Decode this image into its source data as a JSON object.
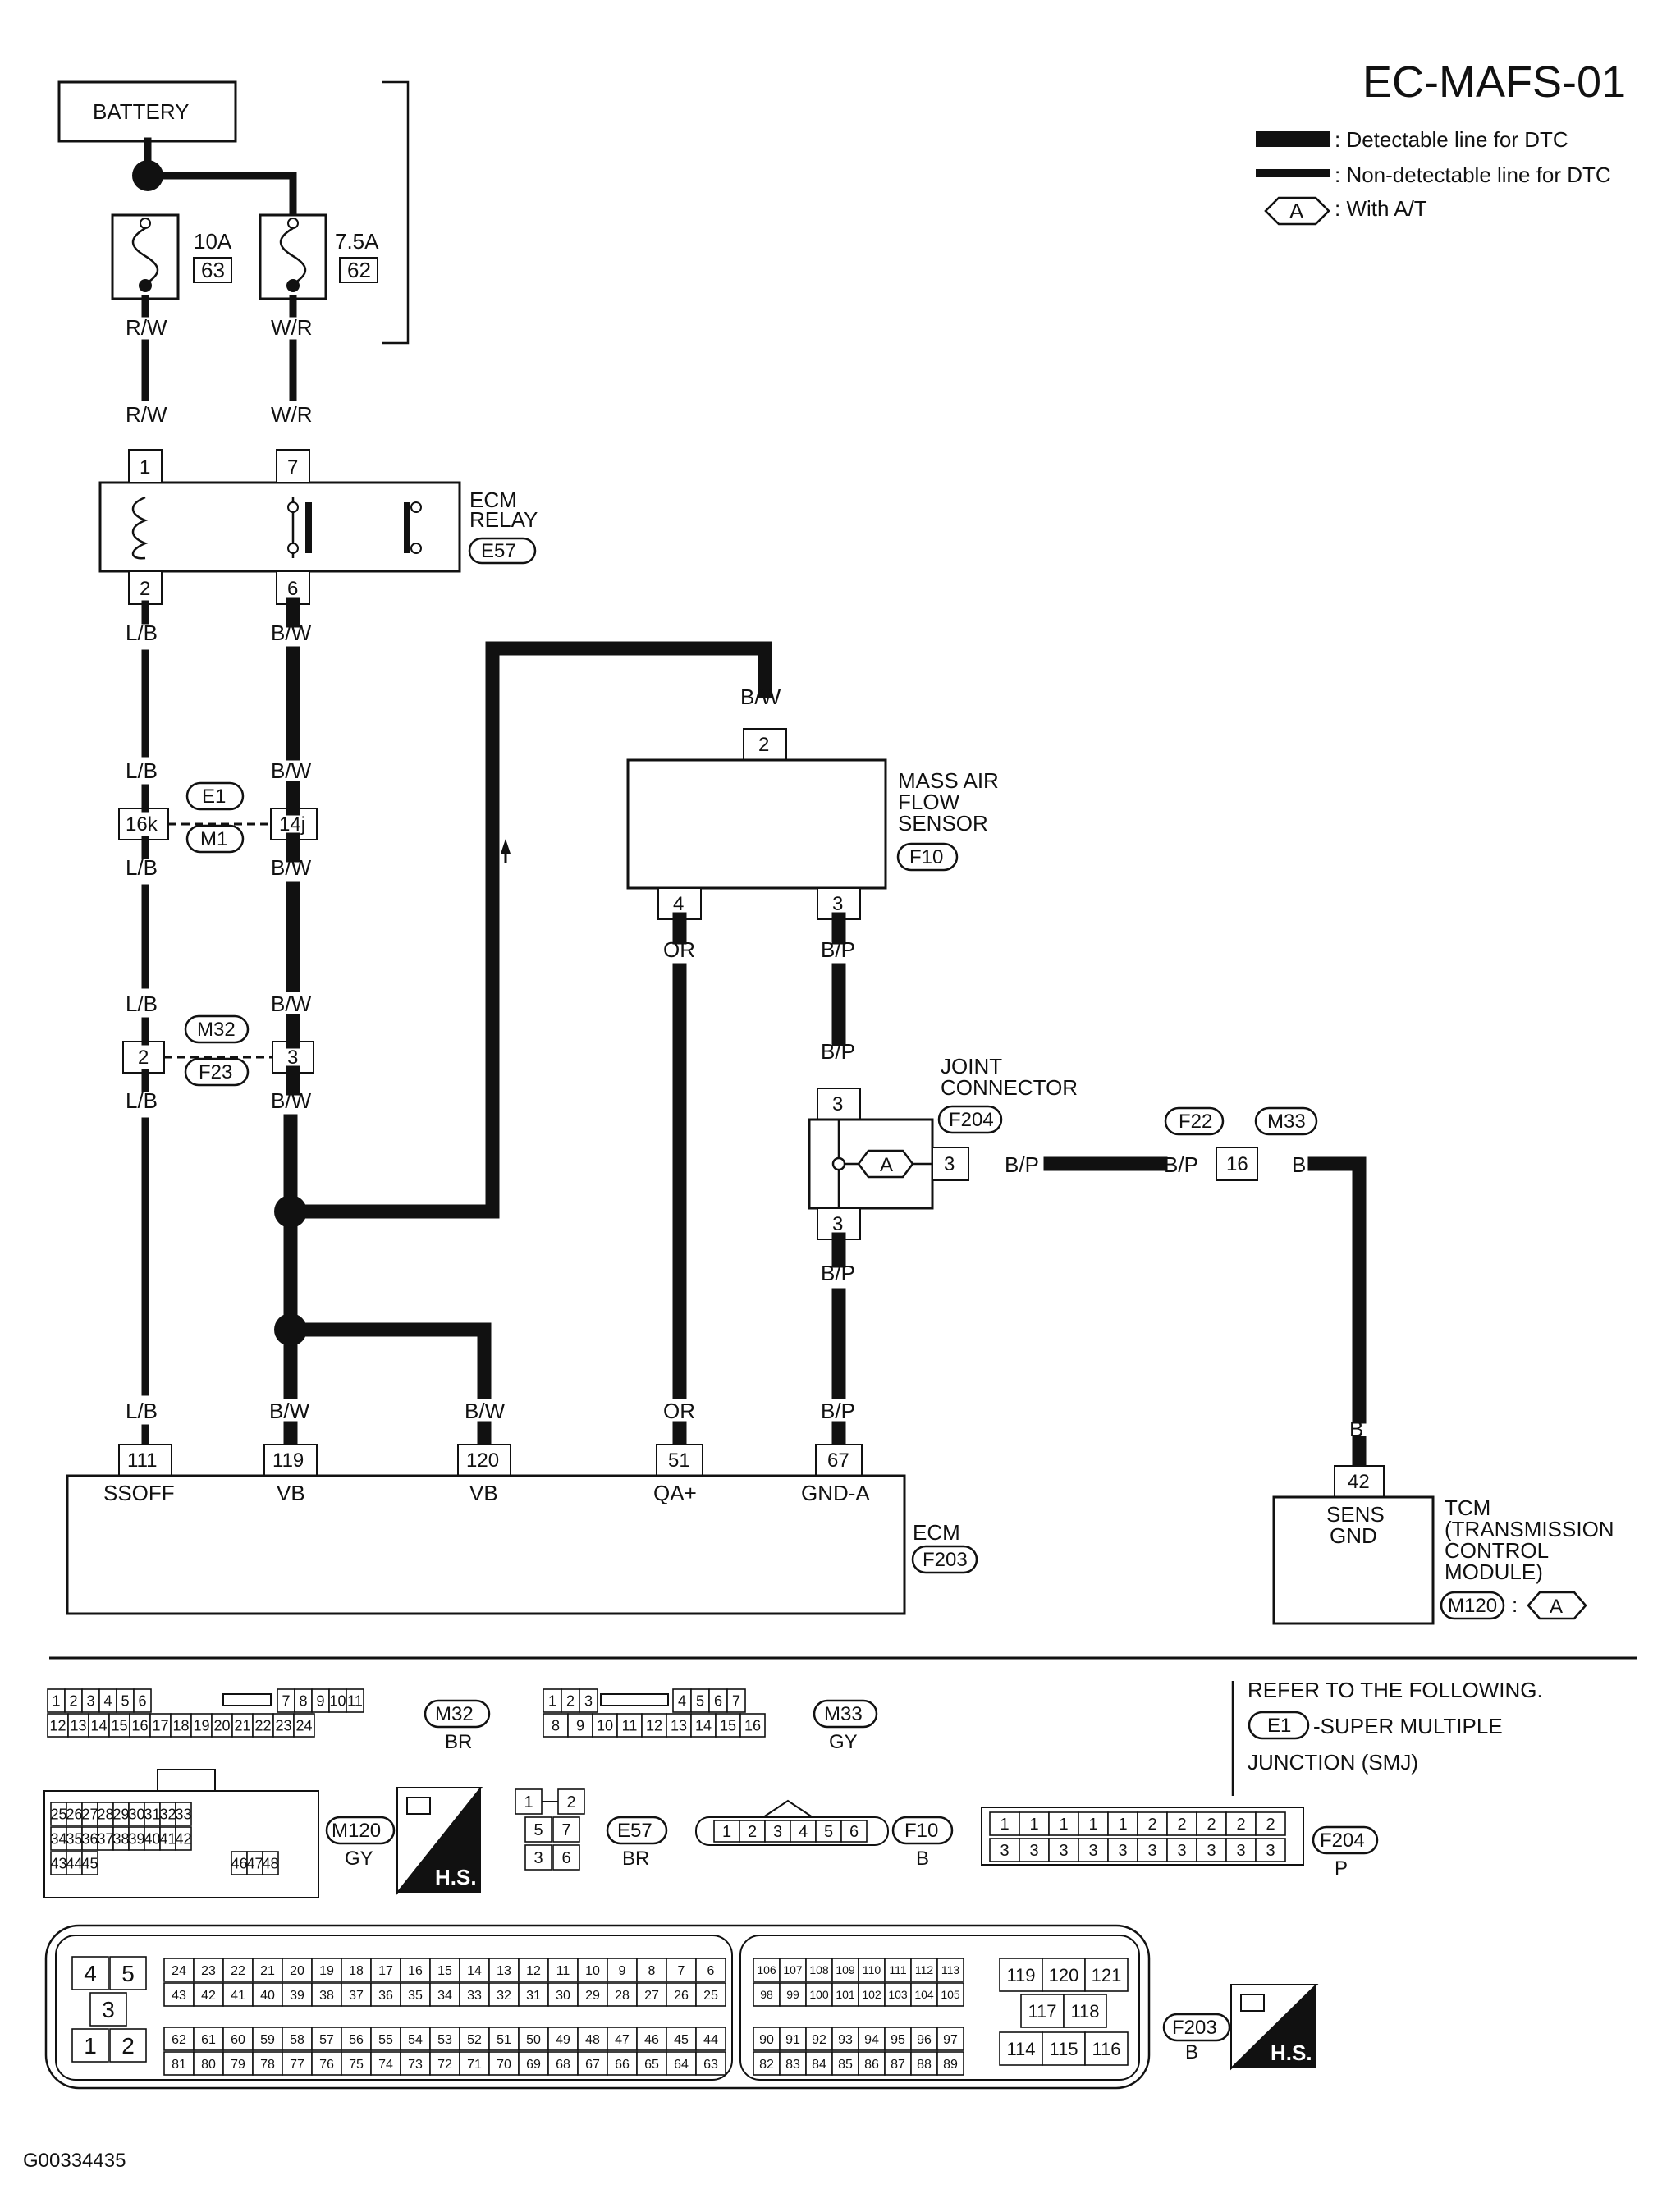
{
  "title": "EC-MAFS-01",
  "legend": {
    "detectable": ": Detectable line for DTC",
    "non_detectable": ": Non-detectable line for DTC",
    "option_code": "A",
    "option_text": ": With A/T"
  },
  "battery": "BATTERY",
  "fuses": [
    {
      "rating": "10A",
      "number": "63"
    },
    {
      "rating": "7.5A",
      "number": "62"
    }
  ],
  "wires": {
    "rw": "R/W",
    "wr": "W/R",
    "lb": "L/B",
    "bw": "B/W",
    "or": "OR",
    "bp": "B/P",
    "b": "B"
  },
  "ecm_relay": {
    "label1": "ECM",
    "label2": "RELAY",
    "connector": "E57",
    "pins": [
      "1",
      "7",
      "2",
      "6"
    ]
  },
  "junction1": {
    "pins": [
      "16k",
      "14j"
    ],
    "connectors": [
      "E1",
      "M1"
    ]
  },
  "junction2": {
    "pins": [
      "2",
      "3"
    ],
    "connectors": [
      "M32",
      "F23"
    ]
  },
  "maf": {
    "label1": "MASS AIR",
    "label2": "FLOW",
    "label3": "SENSOR",
    "connector": "F10",
    "pins": [
      "2",
      "4",
      "3"
    ]
  },
  "joint": {
    "label1": "JOINT",
    "label2": "CONNECTOR",
    "connector": "F204",
    "pins": [
      "3",
      "3",
      "3"
    ]
  },
  "f22": {
    "connectors": [
      "F22",
      "M33"
    ],
    "pin": "16"
  },
  "ecm": {
    "label": "ECM",
    "connector": "F203",
    "terminals": [
      {
        "pin": "111",
        "name": "SSOFF"
      },
      {
        "pin": "119",
        "name": "VB"
      },
      {
        "pin": "120",
        "name": "VB"
      },
      {
        "pin": "51",
        "name": "QA+"
      },
      {
        "pin": "67",
        "name": "GND-A"
      }
    ]
  },
  "tcm": {
    "pin": "42",
    "pin_name1": "SENS",
    "pin_name2": "GND",
    "label1": "TCM",
    "label2": "(TRANSMISSION",
    "label3": "CONTROL",
    "label4": "MODULE)",
    "connector": "M120",
    "option": "A"
  },
  "refer": {
    "line1": "REFER TO THE FOLLOWING.",
    "code": "E1",
    "line2": "-SUPER MULTIPLE",
    "line3": "JUNCTION (SMJ)"
  },
  "connectors": {
    "m32": {
      "code": "M32",
      "color": "BR",
      "row1a": [
        "1",
        "2",
        "3",
        "4",
        "5",
        "6"
      ],
      "row1b": [
        "7",
        "8",
        "9",
        "10",
        "11"
      ],
      "row2": [
        "12",
        "13",
        "14",
        "15",
        "16",
        "17",
        "18",
        "19",
        "20",
        "21",
        "22",
        "23",
        "24"
      ]
    },
    "m33": {
      "code": "M33",
      "color": "GY",
      "row1a": [
        "1",
        "2",
        "3"
      ],
      "row1b": [
        "4",
        "5",
        "6",
        "7"
      ],
      "row2": [
        "8",
        "9",
        "10",
        "11",
        "12",
        "13",
        "14",
        "15",
        "16"
      ]
    },
    "m120": {
      "code": "M120",
      "color": "GY",
      "row1": [
        "25",
        "26",
        "27",
        "28",
        "29",
        "30",
        "31",
        "32",
        "33"
      ],
      "row2": [
        "34",
        "35",
        "36",
        "37",
        "38",
        "39",
        "40",
        "41",
        "42"
      ],
      "row3a": [
        "43",
        "44",
        "45"
      ],
      "row3b": [
        "46",
        "47",
        "48"
      ]
    },
    "e57": {
      "code": "E57",
      "color": "BR",
      "pins": [
        "1",
        "2",
        "5",
        "7",
        "3",
        "6"
      ]
    },
    "f10": {
      "code": "F10",
      "color": "B",
      "pins": [
        "1",
        "2",
        "3",
        "4",
        "5",
        "6"
      ]
    },
    "f204": {
      "code": "F204",
      "color": "P",
      "row1": [
        "1",
        "1",
        "1",
        "1",
        "1",
        "2",
        "2",
        "2",
        "2",
        "2"
      ],
      "row2": [
        "3",
        "3",
        "3",
        "3",
        "3",
        "3",
        "3",
        "3",
        "3",
        "3"
      ]
    },
    "f203": {
      "code": "F203",
      "color": "B",
      "big": [
        "4",
        "5",
        "3",
        "1",
        "2"
      ],
      "r1": [
        "24",
        "23",
        "22",
        "21",
        "20",
        "19",
        "18",
        "17",
        "16",
        "15",
        "14",
        "13",
        "12",
        "11",
        "10",
        "9",
        "8",
        "7",
        "6"
      ],
      "r2": [
        "43",
        "42",
        "41",
        "40",
        "39",
        "38",
        "37",
        "36",
        "35",
        "34",
        "33",
        "32",
        "31",
        "30",
        "29",
        "28",
        "27",
        "26",
        "25"
      ],
      "r3": [
        "62",
        "61",
        "60",
        "59",
        "58",
        "57",
        "56",
        "55",
        "54",
        "53",
        "52",
        "51",
        "50",
        "49",
        "48",
        "47",
        "46",
        "45",
        "44"
      ],
      "r4": [
        "81",
        "80",
        "79",
        "78",
        "77",
        "76",
        "75",
        "74",
        "73",
        "72",
        "71",
        "70",
        "69",
        "68",
        "67",
        "66",
        "65",
        "64",
        "63"
      ],
      "m1": [
        "106",
        "107",
        "108",
        "109",
        "110",
        "111",
        "112",
        "113"
      ],
      "m2": [
        "98",
        "99",
        "100",
        "101",
        "102",
        "103",
        "104",
        "105"
      ],
      "m3": [
        "90",
        "91",
        "92",
        "93",
        "94",
        "95",
        "96",
        "97"
      ],
      "m4": [
        "82",
        "83",
        "84",
        "85",
        "86",
        "87",
        "88",
        "89"
      ],
      "right": [
        "119",
        "120",
        "121",
        "117",
        "118",
        "114",
        "115",
        "116"
      ]
    }
  },
  "hs": "H.S.",
  "code": "G00334435"
}
